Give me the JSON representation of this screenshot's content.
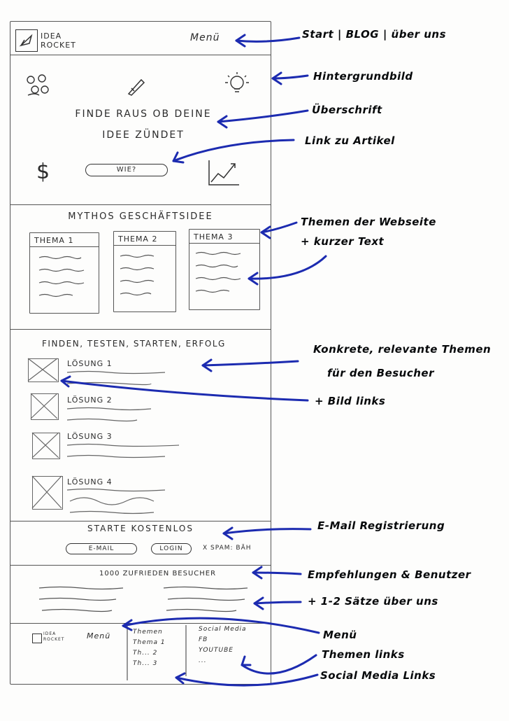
{
  "wireframe": {
    "logo_text": [
      "IDEA",
      "ROCKET"
    ],
    "menu_label": "Menü",
    "hero": {
      "headline": [
        "FINDE RAUS OB DEINE",
        "IDEE ZÜNDET"
      ],
      "cta_label": "WIE?"
    },
    "topics": {
      "heading": "MYTHOS GESCHÄFTSIDEE",
      "cards": [
        {
          "title": "THEMA 1"
        },
        {
          "title": "THEMA 2"
        },
        {
          "title": "THEMA 3"
        }
      ]
    },
    "solutions": {
      "heading": "FINDEN, TESTEN, STARTEN, ERFOLG",
      "items": [
        {
          "label": "LÖSUNG 1"
        },
        {
          "label": "LÖSUNG 2"
        },
        {
          "label": "LÖSUNG 3"
        },
        {
          "label": "LÖSUNG 4"
        }
      ]
    },
    "signup": {
      "heading": "STARTE KOSTENLOS",
      "email_label": "E-MAIL",
      "login_label": "LOGIN",
      "spam_label": "X SPAM: BÄH"
    },
    "testimonials": {
      "heading": "1000 ZUFRIEDEN BESUCHER"
    },
    "footer": {
      "logo_text": [
        "IDEA",
        "ROCKET"
      ],
      "menu_label": "Menü",
      "themes_col": [
        "Themen",
        "Thema 1",
        "Th... 2",
        "Th... 3"
      ],
      "social_col": [
        "Social Media",
        "FB",
        "YOUTUBE",
        "..."
      ]
    }
  },
  "annotations": [
    "Start | BLOG | über uns",
    "Hintergrundbild",
    "Überschrift",
    "Link zu Artikel",
    "Themen der Webseite",
    "+ kurzer Text",
    "Konkrete, relevante Themen",
    "für den Besucher",
    "+ Bild links",
    "E-Mail Registrierung",
    "Empfehlungen & Benutzer",
    "+ 1-2 Sätze über uns",
    "Menü",
    "Themen links",
    "Social Media Links"
  ],
  "colors": {
    "pencil": "#2b2b2b",
    "annotation_ink": "#07090b",
    "arrow_blue": "#1c2bb0"
  }
}
